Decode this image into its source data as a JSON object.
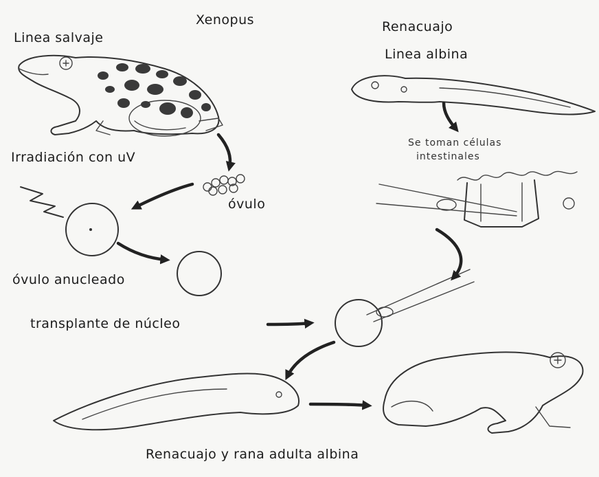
{
  "labels": {
    "xenopus": "Xenopus",
    "linea_salvaje": "Linea salvaje",
    "renacuajo_top": "Renacuajo",
    "linea_albina": "Linea albina",
    "se_toman_1": "Se toman células",
    "se_toman_2": "intestinales",
    "irradiacion": "Irradiación con uV",
    "ovulo": "óvulo",
    "ovulo_anucleado": "óvulo anucleado",
    "transplante": "transplante de núcleo",
    "final": "Renacuajo  y rana adulta albina"
  }
}
